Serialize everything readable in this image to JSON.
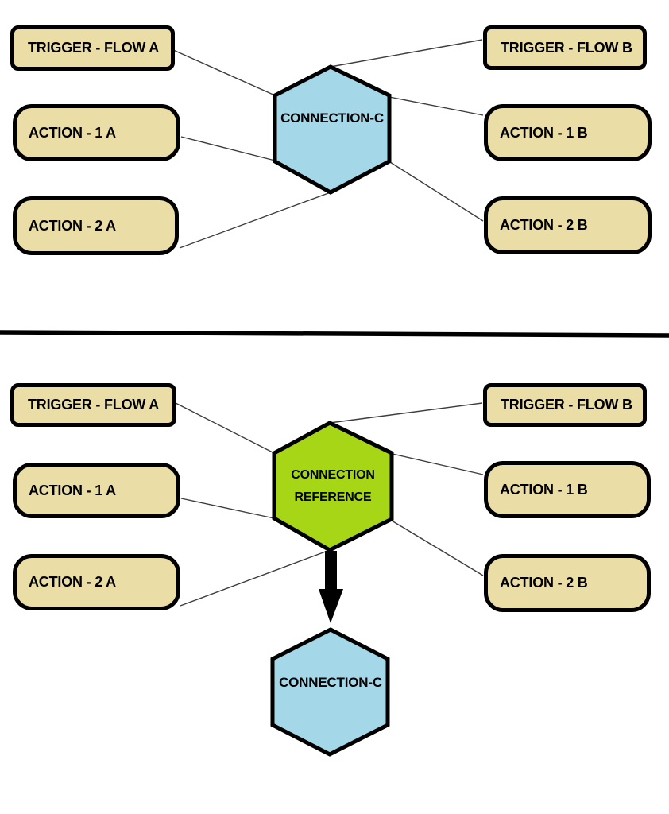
{
  "colors": {
    "background": "#ffffff",
    "node_fill": "#EADEA6",
    "node_border": "#000000",
    "hex_blue_fill": "#A4D7E8",
    "hex_green_fill": "#A7D617",
    "hex_stroke": "#000000",
    "connector": "#3d3d3d",
    "divider": "#000000",
    "arrow": "#000000",
    "text": "#000000"
  },
  "top_diagram": {
    "trigger_flow_a": "TRIGGER - FLOW A",
    "action_1a": "ACTION - 1 A",
    "action_2a": "ACTION - 2 A",
    "trigger_flow_b": "TRIGGER - FLOW B",
    "action_1b": "ACTION - 1 B",
    "action_2b": "ACTION - 2 B",
    "connection_hex": "CONNECTION-C"
  },
  "bottom_diagram": {
    "trigger_flow_a": "TRIGGER - FLOW A",
    "action_1a": "ACTION - 1 A",
    "action_2a": "ACTION - 2 A",
    "trigger_flow_b": "TRIGGER - FLOW B",
    "action_1b": "ACTION - 1 B",
    "action_2b": "ACTION - 2 B",
    "reference_hex_line1": "CONNECTION",
    "reference_hex_line2": "REFERENCE",
    "connection_hex": "CONNECTION-C"
  }
}
